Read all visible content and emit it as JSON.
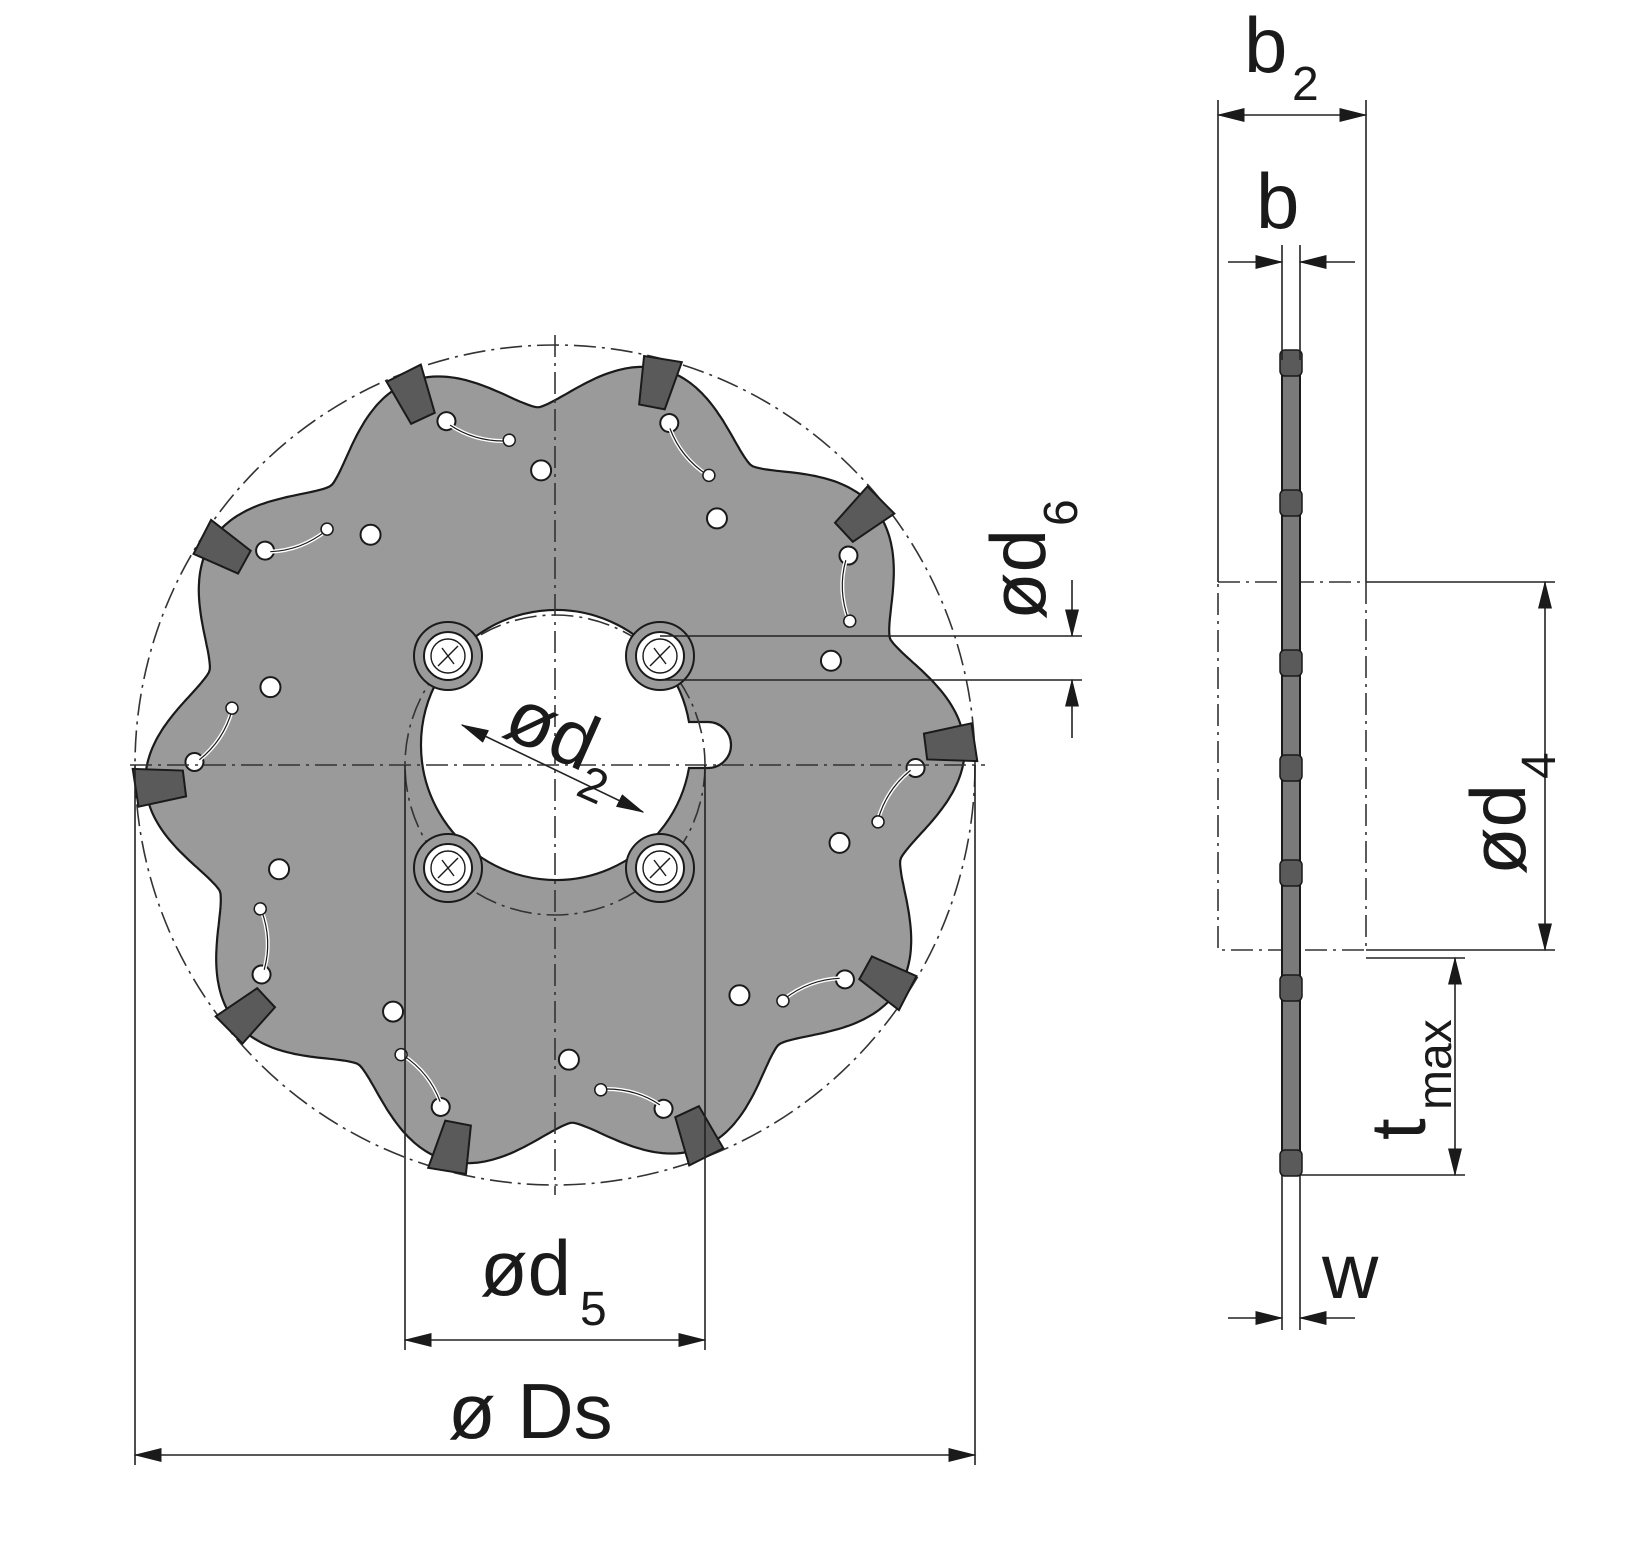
{
  "drawing": {
    "colors": {
      "blade_fill": "#9a9a9a",
      "insert_fill": "#5a5a5a",
      "outline": "#1a1a1a",
      "background": "#ffffff"
    },
    "labels": {
      "b2_main": "b",
      "b2_sub": "2",
      "b_main": "b",
      "d6_main": "ød",
      "d6_sub": "6",
      "d2_main": "ød",
      "d2_sub": "2",
      "d4_main": "ød",
      "d4_sub": "4",
      "tmax_main": "t",
      "tmax_sub": "max",
      "w_main": "w",
      "d5_main": "ød",
      "d5_sub": "5",
      "ds_main": "ø Ds"
    },
    "teeth_count": 10,
    "mounting_holes": 4,
    "icons": {
      "screw": "screw-head-icon",
      "insert": "cutting-insert-icon"
    }
  }
}
